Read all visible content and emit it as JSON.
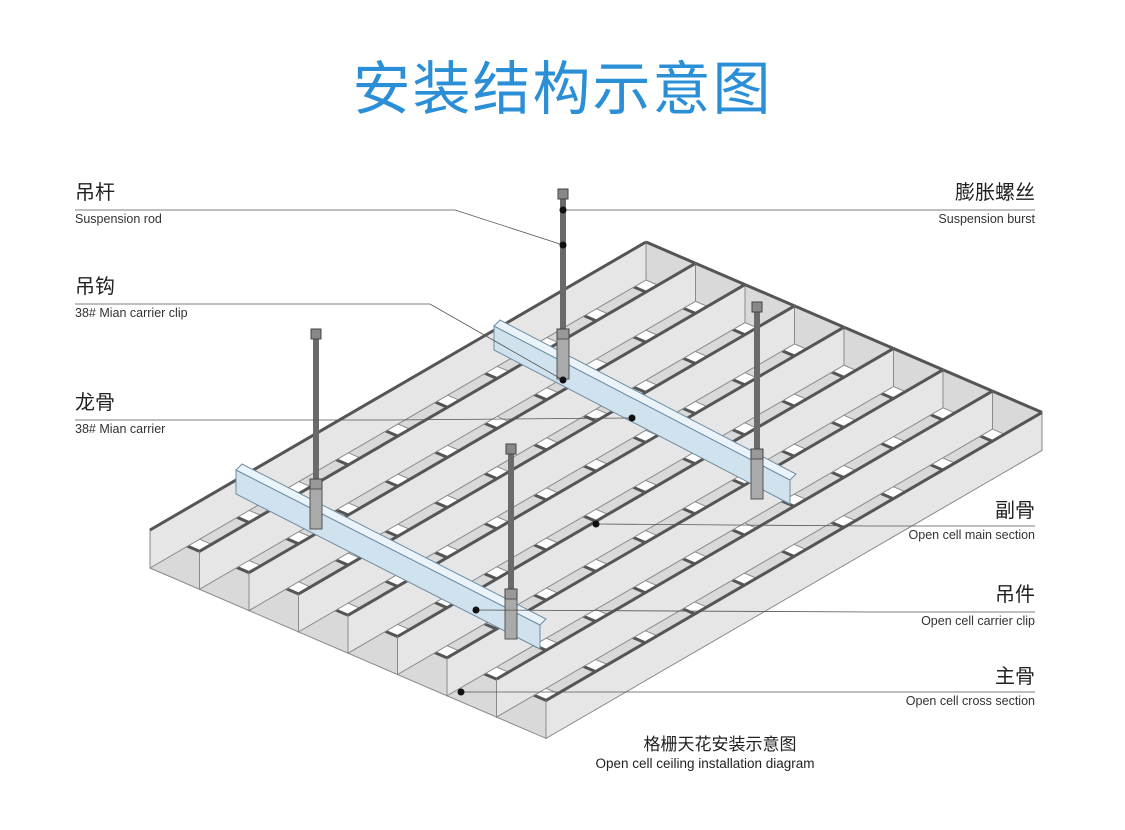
{
  "title": "安装结构示意图",
  "labels": {
    "suspension_rod": {
      "cn": "吊杆",
      "en": "Suspension rod"
    },
    "carrier_clip": {
      "cn": "吊钩",
      "en": "38# Mian carrier clip"
    },
    "main_carrier": {
      "cn": "龙骨",
      "en": "38# Mian carrier"
    },
    "suspension_burst": {
      "cn": "膨胀螺丝",
      "en": "Suspension burst"
    },
    "main_section": {
      "cn": "副骨",
      "en": "Open cell main section"
    },
    "cell_carrier_clip": {
      "cn": "吊件",
      "en": "Open cell carrier clip"
    },
    "cross_section": {
      "cn": "主骨",
      "en": "Open cell cross section"
    }
  },
  "caption": {
    "cn": "格栅天花安装示意图",
    "en": "Open cell ceiling installation diagram"
  },
  "colors": {
    "title": "#2a8fd6",
    "grid_face": "#d9d9d9",
    "grid_edge": "#8a8a8a",
    "carrier": "#cfe2ee",
    "rod": "#6a6a6a"
  }
}
